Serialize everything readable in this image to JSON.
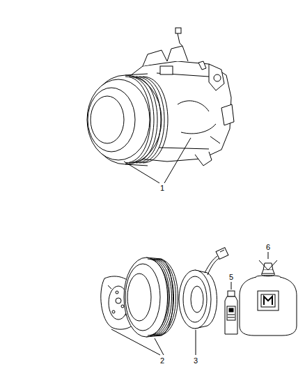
{
  "diagram": {
    "labels": [
      "1",
      "2",
      "3",
      "5",
      "6"
    ]
  }
}
